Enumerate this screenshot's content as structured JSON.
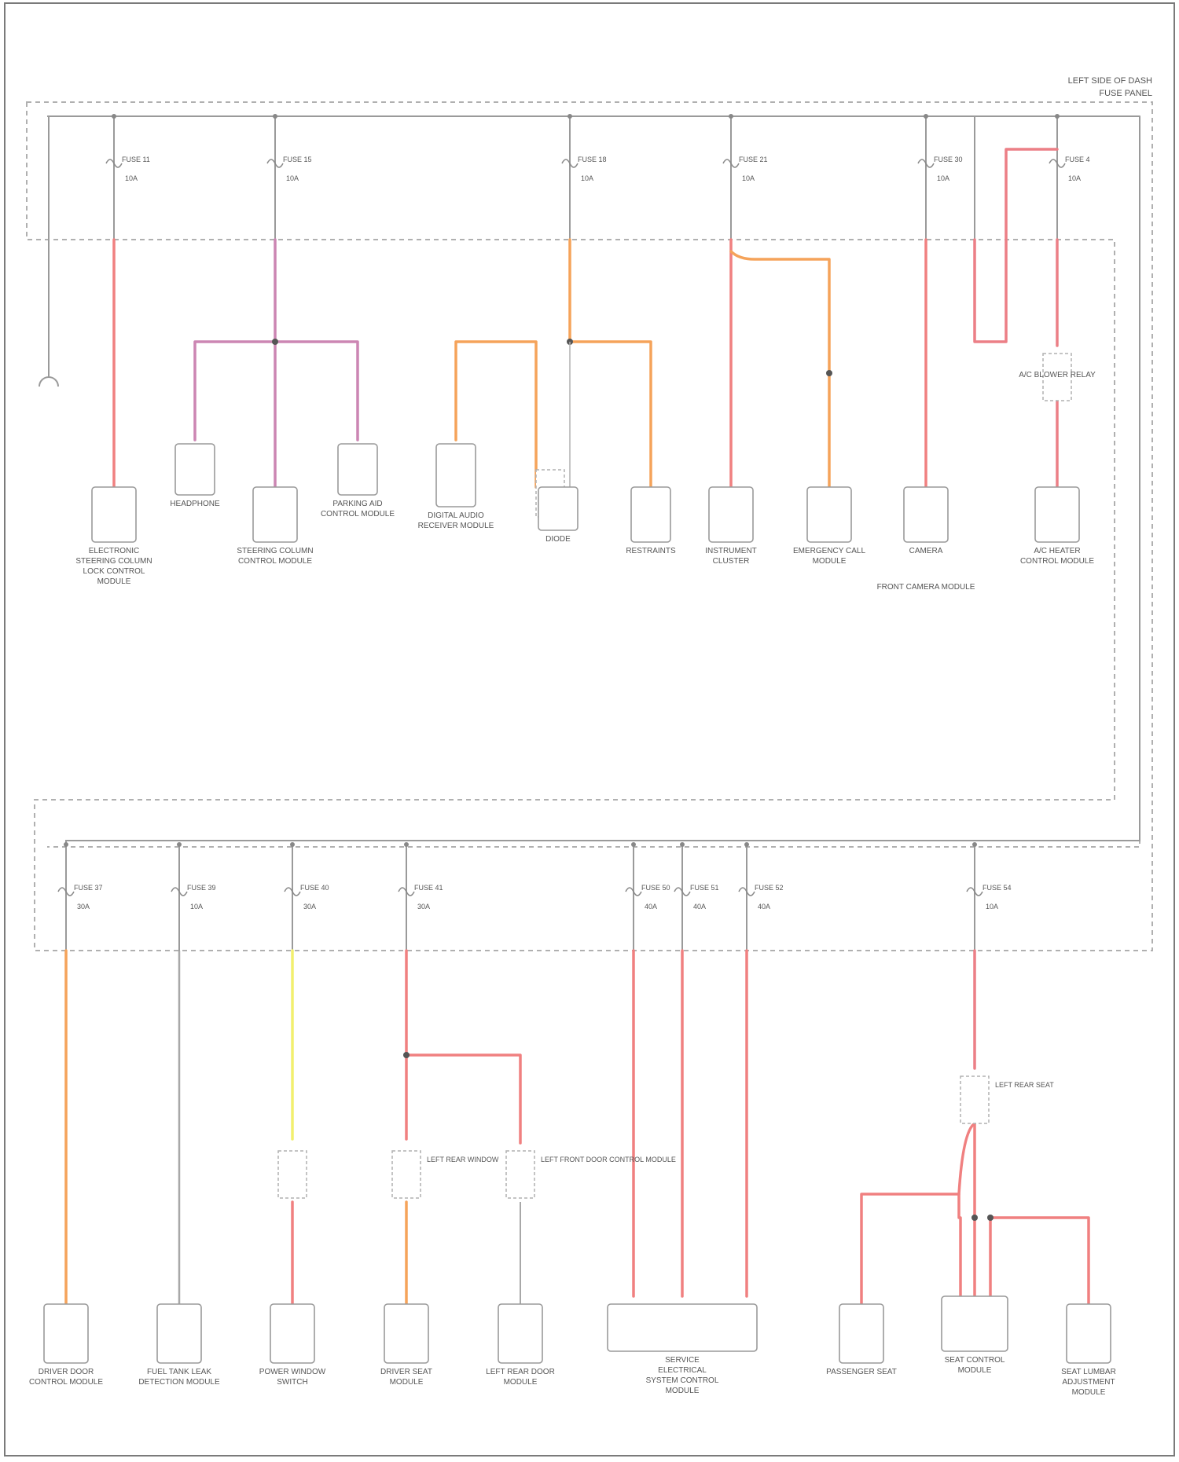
{
  "title_block": {
    "line1": "LEFT SIDE OF DASH",
    "line2": "FUSE PANEL"
  },
  "footer": "",
  "colors": {
    "red": "#f08080",
    "pink_red": "#ec7f86",
    "orange": "#f5a35a",
    "violet": "#cc86b3",
    "gray": "#a8a8a8",
    "yellow": "#f2ef6e",
    "frame": "#7a7a7a"
  },
  "top_fuses": [
    {
      "id": "f1",
      "label": "FUSE 11",
      "amps": "10A"
    },
    {
      "id": "f2",
      "label": "FUSE 15",
      "amps": "10A"
    },
    {
      "id": "f3",
      "label": "FUSE 18",
      "amps": "10A"
    },
    {
      "id": "f4",
      "label": "FUSE 21",
      "amps": "10A"
    },
    {
      "id": "f5",
      "label": "FUSE 30",
      "amps": "10A"
    },
    {
      "id": "f6",
      "label": "FUSE 4",
      "amps": "10A"
    }
  ],
  "bottom_fuses": [
    {
      "id": "b1",
      "label": "FUSE 37",
      "amps": "30A"
    },
    {
      "id": "b2",
      "label": "FUSE 39",
      "amps": "10A"
    },
    {
      "id": "b3",
      "label": "FUSE 40",
      "amps": "30A"
    },
    {
      "id": "b4",
      "label": "FUSE 41",
      "amps": "30A"
    },
    {
      "id": "b5",
      "label": "FUSE 50",
      "amps": "40A"
    },
    {
      "id": "b6",
      "label": "FUSE 51",
      "amps": "40A"
    },
    {
      "id": "b7",
      "label": "FUSE 52",
      "amps": "40A"
    },
    {
      "id": "b8",
      "label": "FUSE 54",
      "amps": "10A"
    }
  ],
  "ground": {
    "label": ""
  },
  "top_components": [
    {
      "name": "ELECTRONIC STEERING COLUMN LOCK CONTROL MODULE"
    },
    {
      "name": "HEADPHONE"
    },
    {
      "name": "STEERING COLUMN CONTROL MODULE"
    },
    {
      "name": "PARKING AID CONTROL MODULE"
    },
    {
      "name": "DIGITAL AUDIO RECEIVER MODULE"
    },
    {
      "name": "DIODE"
    },
    {
      "name": "RESTRAINTS"
    },
    {
      "name": "INSTRUMENT CLUSTER"
    },
    {
      "name": "EMERGENCY CALL MODULE"
    },
    {
      "name": "CAMERA"
    },
    {
      "name": "FRONT CAMERA MODULE"
    },
    {
      "name": "A/C HEATER CONTROL MODULE"
    },
    {
      "name": "A/C BLOWER RELAY"
    }
  ],
  "bottom_components": [
    {
      "name": "DRIVER DOOR CONTROL MODULE"
    },
    {
      "name": "FUEL TANK LEAK DETECTION MODULE"
    },
    {
      "name": "POWER WINDOW SWITCH"
    },
    {
      "name": "DRIVER SEAT MODULE"
    },
    {
      "name": "LEFT FRONT DOOR CONTROL MODULE"
    },
    {
      "name": "LEFT REAR DOOR MODULE"
    },
    {
      "name": "LEFT REAR WINDOW"
    },
    {
      "name": "SERVICE ELECTRICAL SYSTEM CONTROL MODULE"
    },
    {
      "name": "PASSENGER SEAT"
    },
    {
      "name": "SEAT CONTROL MODULE"
    },
    {
      "name": "SEAT LUMBAR ADJUSTMENT MODULE"
    },
    {
      "name": "LEFT REAR SEAT"
    }
  ]
}
